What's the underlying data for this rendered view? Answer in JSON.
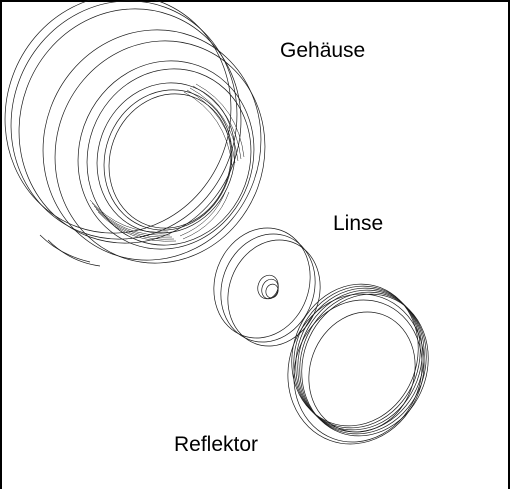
{
  "labels": {
    "housing": "Gehäuse",
    "lens": "Linse",
    "reflector": "Reflektor"
  },
  "colors": {
    "line": "#1a1a1a",
    "background": "#ffffff",
    "frame": "#000000"
  }
}
